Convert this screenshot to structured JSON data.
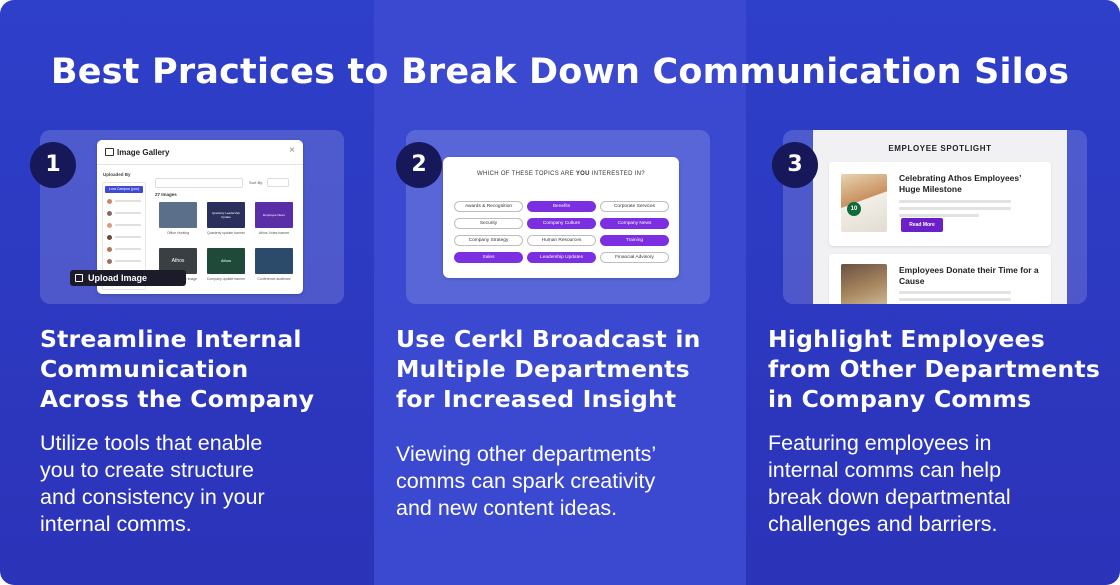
{
  "title": "Best Practices to Break Down Communication Silos",
  "columns": [
    {
      "number": "1",
      "heading": [
        "Streamline Internal",
        "Communication",
        "Across the Company"
      ],
      "body": [
        "Utilize tools that enable",
        "you to create structure",
        "and consistency in your",
        "internal comms."
      ]
    },
    {
      "number": "2",
      "heading": [
        "Use Cerkl Broadcast in",
        "Multiple Departments",
        "for Increased Insight"
      ],
      "body": [
        "Viewing other departments’",
        "comms can spark creativity",
        "and new content ideas."
      ]
    },
    {
      "number": "3",
      "heading": [
        "Highlight Employees",
        "from Other Departments",
        "in Company Comms"
      ],
      "body": [
        "Featuring employees in",
        "internal comms can help",
        "break down departmental",
        "challenges and barriers."
      ]
    }
  ],
  "gallery": {
    "title": "Image Gallery",
    "uploaded_by": "Uploaded By",
    "selected_user": "Lora Campos (you)",
    "sort_by": "Sort By:",
    "count": "27 Images",
    "upload_button": "Upload Image",
    "thumbnails": [
      {
        "caption": "Office Hunting",
        "color": "#5b6f8a"
      },
      {
        "caption": "Quarterly update banner",
        "color": "#2a2f5c"
      },
      {
        "caption": "Athos Votes banner",
        "color": "#5a2ea6"
      },
      {
        "caption": "Athos placeholder image",
        "color": "#3a3f44"
      },
      {
        "caption": "Company update banner",
        "color": "#1f4a3a"
      },
      {
        "caption": "Conference audience",
        "color": "#2c4a6a"
      }
    ],
    "thumb_texts": [
      "Quarterly Leadership Update",
      "Employee News",
      "Athos",
      "Athos"
    ]
  },
  "topics": {
    "question_prefix": "WHICH OF THESE TOPICS ARE ",
    "question_bold": "YOU",
    "question_suffix": " INTERESTED IN?",
    "items": [
      {
        "label": "Awards & Recognition",
        "selected": false
      },
      {
        "label": "Benefits",
        "selected": true
      },
      {
        "label": "Corporate Services",
        "selected": false
      },
      {
        "label": "Security",
        "selected": false
      },
      {
        "label": "Company Culture",
        "selected": true
      },
      {
        "label": "Company News",
        "selected": true
      },
      {
        "label": "Company Strategy",
        "selected": false
      },
      {
        "label": "Human Resources",
        "selected": false
      },
      {
        "label": "Training",
        "selected": true
      },
      {
        "label": "Sales",
        "selected": true
      },
      {
        "label": "Leadership Updates",
        "selected": true
      },
      {
        "label": "Financial Advisory",
        "selected": false
      }
    ]
  },
  "spotlight": {
    "header": "EMPLOYEE SPOTLIGHT",
    "story1_title": "Celebrating Athos Employees’ Huge Milestone",
    "read_more": "Read More",
    "badge": "10",
    "story2_title": "Employees Donate their Time for a Cause"
  }
}
